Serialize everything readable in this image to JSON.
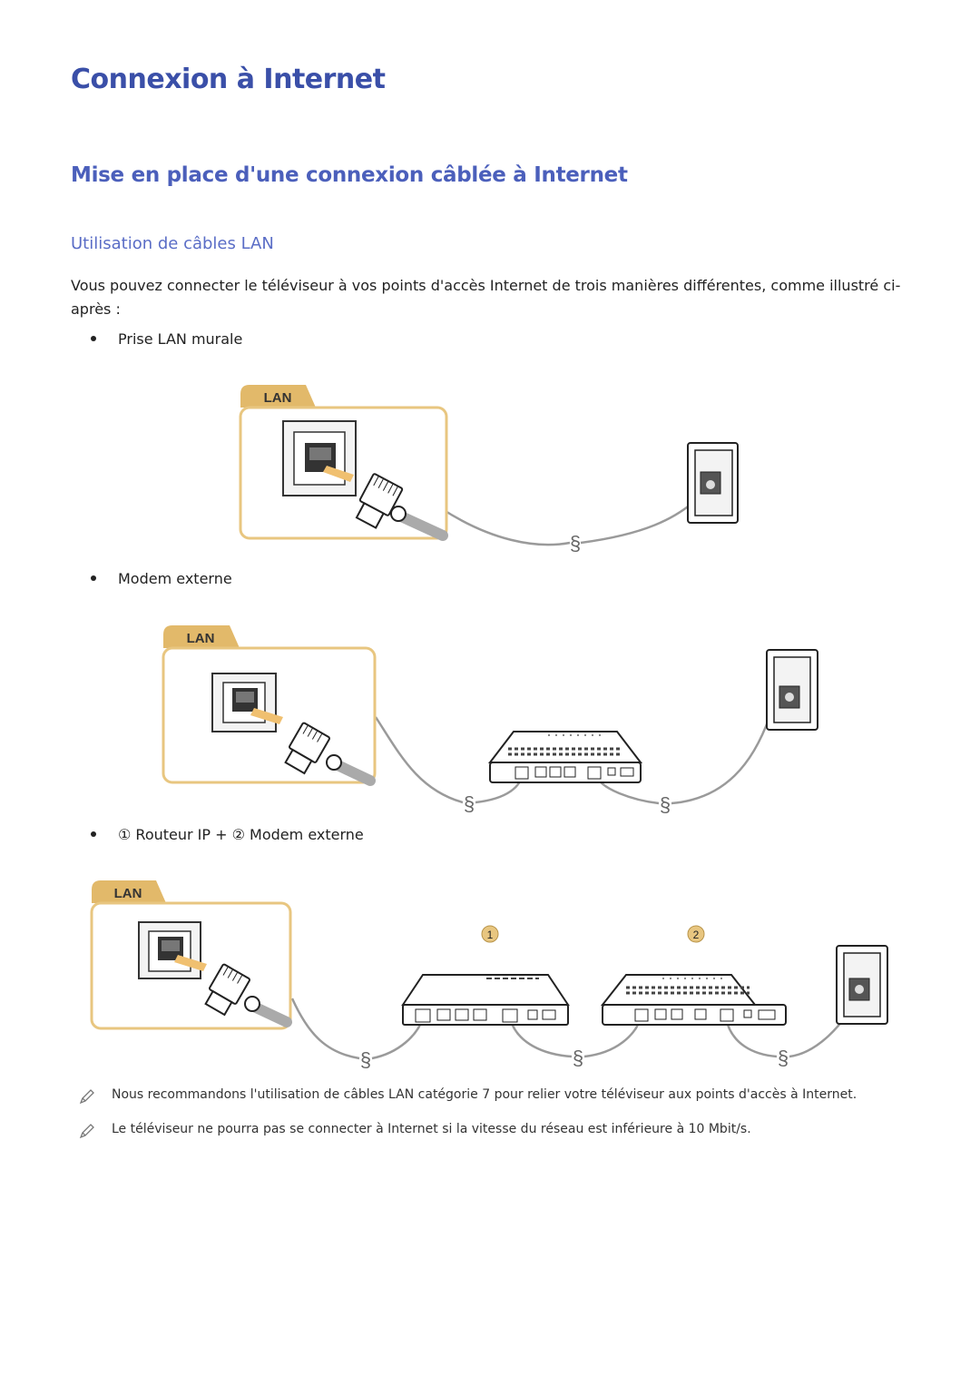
{
  "page": {
    "title": "Connexion à Internet",
    "section_title": "Mise en place d'une connexion câblée à Internet",
    "subsection_title": "Utilisation de câbles LAN",
    "intro": "Vous pouvez connecter le téléviseur à vos points d'accès Internet de trois manières différentes, comme illustré ci-après :"
  },
  "bullets": {
    "wall": "Prise LAN murale",
    "modem": "Modem externe",
    "router": "① Routeur IP + ② Modem externe"
  },
  "diagram": {
    "tab_label": "LAN",
    "router_number": "1",
    "modem_number": "2",
    "accent_color": "#e8c680",
    "tab_color": "#e2b96a",
    "cable_color": "#9a9a9a"
  },
  "notes": [
    "Nous recommandons l'utilisation de câbles LAN catégorie 7 pour relier votre téléviseur aux points d'accès à Internet.",
    "Le téléviseur ne pourra pas se connecter à Internet si la vitesse du réseau est inférieure à 10 Mbit/s."
  ]
}
